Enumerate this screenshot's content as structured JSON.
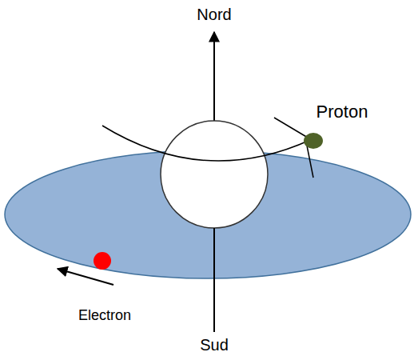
{
  "diagram": {
    "labels": [
      "Nord",
      "Proton",
      "Electron",
      "Sud"
    ]
  }
}
